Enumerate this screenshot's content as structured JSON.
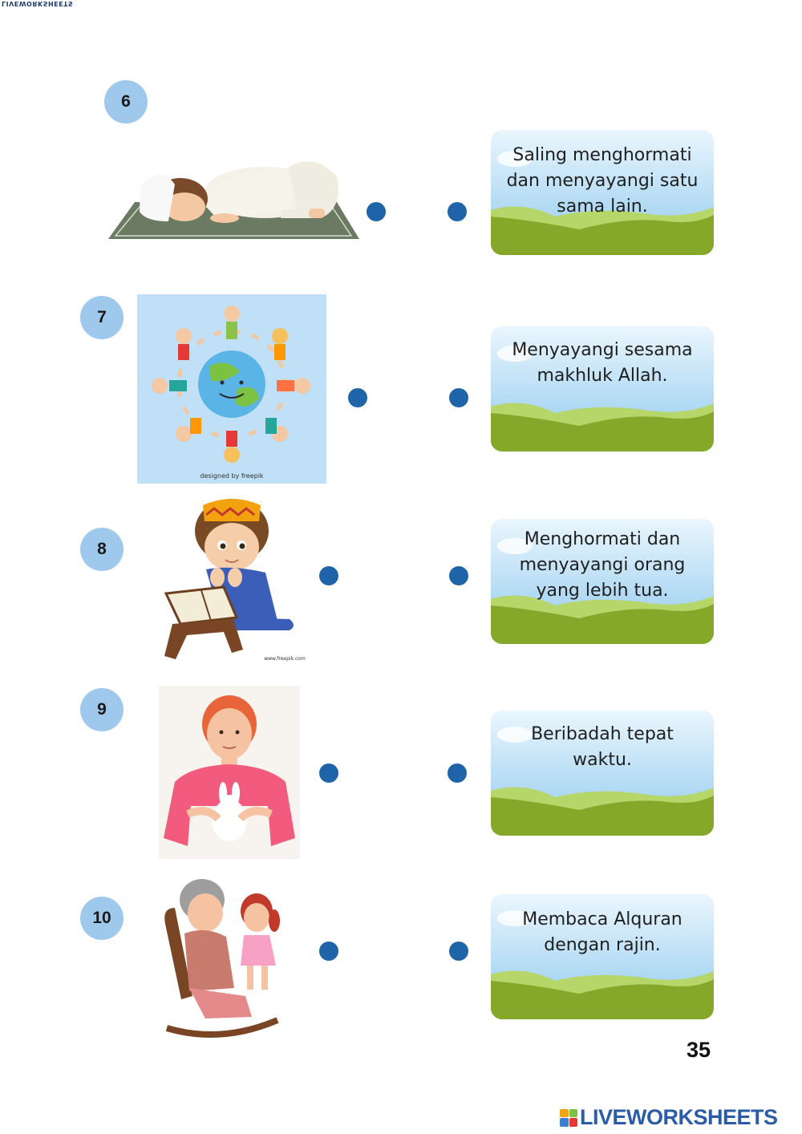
{
  "watermark_top": "LIVEWORKSHEETS",
  "page_number": "35",
  "brand": "LIVEWORKSHEETS",
  "colors": {
    "dot": "#1f64a8",
    "number_circle": "#9ec9ec",
    "sky_top": "#d8eefb",
    "sky_bottom": "#8fc9ee",
    "grass": "#86a82a",
    "grass_light": "#b7d66a"
  },
  "items": [
    {
      "number": "6",
      "picture": "boy-praying-sujud"
    },
    {
      "number": "7",
      "picture": "children-around-globe",
      "credit": "designed by freepik"
    },
    {
      "number": "8",
      "picture": "boy-reading-quran",
      "credit": "www.freepik.com"
    },
    {
      "number": "9",
      "picture": "boy-holding-rabbit"
    },
    {
      "number": "10",
      "picture": "girl-with-grandmother"
    }
  ],
  "answers": [
    {
      "text": "Saling menghormati dan menyayangi satu sama lain."
    },
    {
      "text": "Menyayangi sesama makhluk Allah."
    },
    {
      "text": "Menghormati dan menyayangi orang yang lebih tua."
    },
    {
      "text": "Beribadah tepat waktu."
    },
    {
      "text": "Membaca Alquran dengan rajin."
    }
  ]
}
